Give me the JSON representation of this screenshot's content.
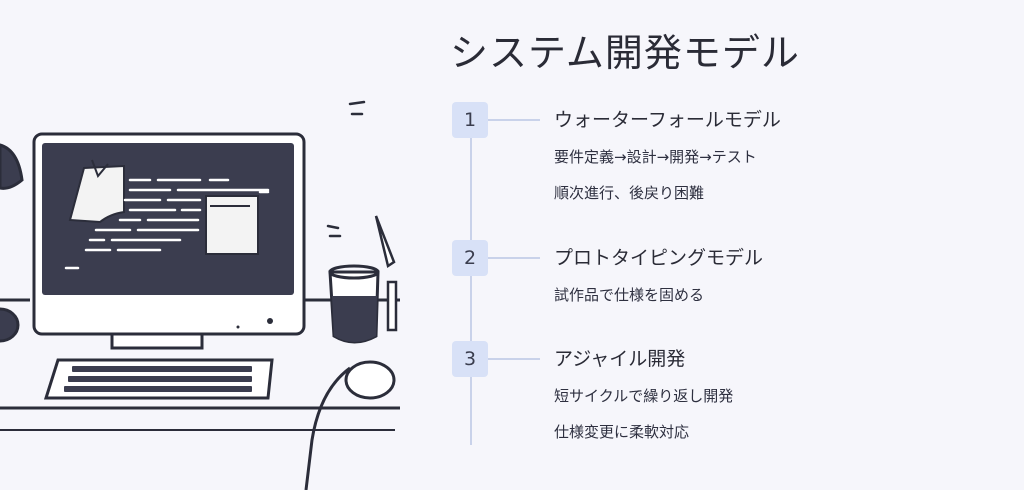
{
  "title": "システム開発モデル",
  "steps": [
    {
      "number": "1",
      "title": "ウォーターフォールモデル",
      "lines": [
        "要件定義→設計→開発→テスト",
        "順次進行、後戻り困難"
      ]
    },
    {
      "number": "2",
      "title": "プロトタイピングモデル",
      "lines": [
        "試作品で仕様を固める"
      ]
    },
    {
      "number": "3",
      "title": "アジャイル開発",
      "lines": [
        "短サイクルで繰り返し開発",
        "仕様変更に柔軟対応"
      ]
    }
  ],
  "colors": {
    "background": "#f6f6fb",
    "badge": "#d8e1f7",
    "line": "#c9d2ea",
    "ink": "#2b2d3a",
    "screen": "#3b3d4f"
  }
}
